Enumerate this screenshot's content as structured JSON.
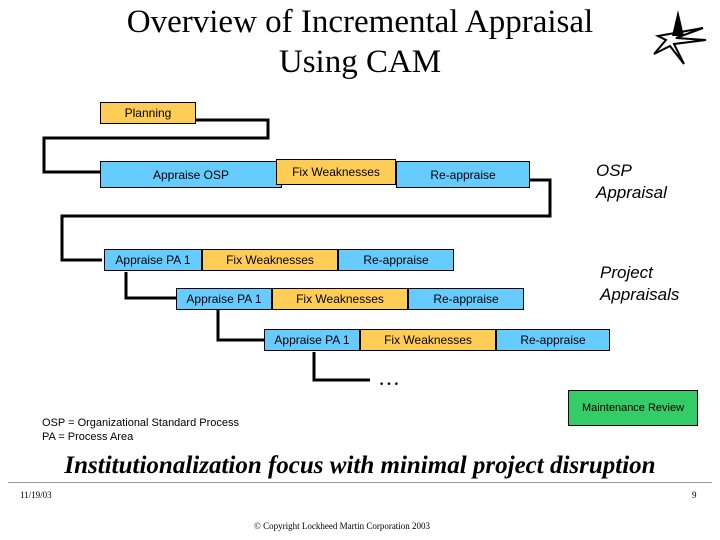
{
  "title_line1": "Overview of Incremental Appraisal",
  "title_line2": "Using CAM",
  "planning": "Planning",
  "osp_row": {
    "appraise": "Appraise OSP",
    "fix": "Fix Weaknesses",
    "reappraise": "Re-appraise"
  },
  "osp_label_line1": "OSP",
  "osp_label_line2": "Appraisal",
  "pa_rows": [
    {
      "appraise": "Appraise PA 1",
      "fix": "Fix Weaknesses",
      "reappraise": "Re-appraise"
    },
    {
      "appraise": "Appraise PA 1",
      "fix": "Fix Weaknesses",
      "reappraise": "Re-appraise"
    },
    {
      "appraise": "Appraise PA 1",
      "fix": "Fix Weaknesses",
      "reappraise": "Re-appraise"
    }
  ],
  "project_label_line1": "Project",
  "project_label_line2": "Appraisals",
  "ellipsis": "…",
  "maintenance": "Maintenance Review",
  "legend": {
    "osp": "OSP = Organizational Standard Process",
    "pa": "PA = Process Area"
  },
  "tagline": "Institutionalization focus with minimal project disruption",
  "footer": {
    "date": "11/19/03",
    "copyright": "© Copyright Lockheed Martin Corporation 2003",
    "page": "9"
  },
  "colors": {
    "appraise": "#66ccff",
    "fix": "#ffcc55",
    "maintenance": "#33cc66"
  }
}
